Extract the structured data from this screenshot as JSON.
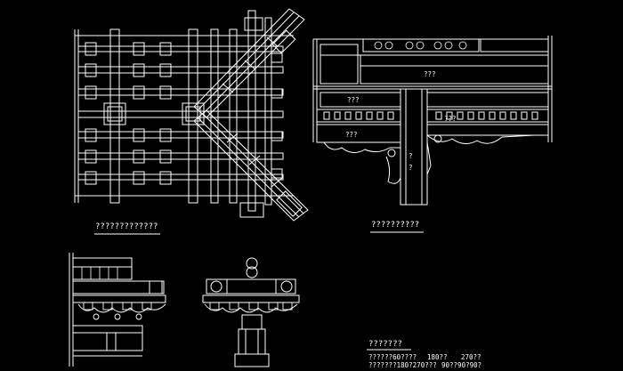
{
  "drawing": {
    "background": "#000000",
    "line_color": "#ffffff",
    "plan_title": "?????????????",
    "section_title": "??????????",
    "section_labels": {
      "upper_beam": "???",
      "left_beam": "???",
      "right_beam": "???",
      "left_lower": "???",
      "column_mark_1": "?",
      "column_mark_2": "?"
    },
    "notes": {
      "heading": "???????",
      "line1_a": "??????60????",
      "line1_b": "180??",
      "line1_c": "270??",
      "line2_a": "???????180?270???",
      "line2_b": "90??90?90?"
    }
  }
}
